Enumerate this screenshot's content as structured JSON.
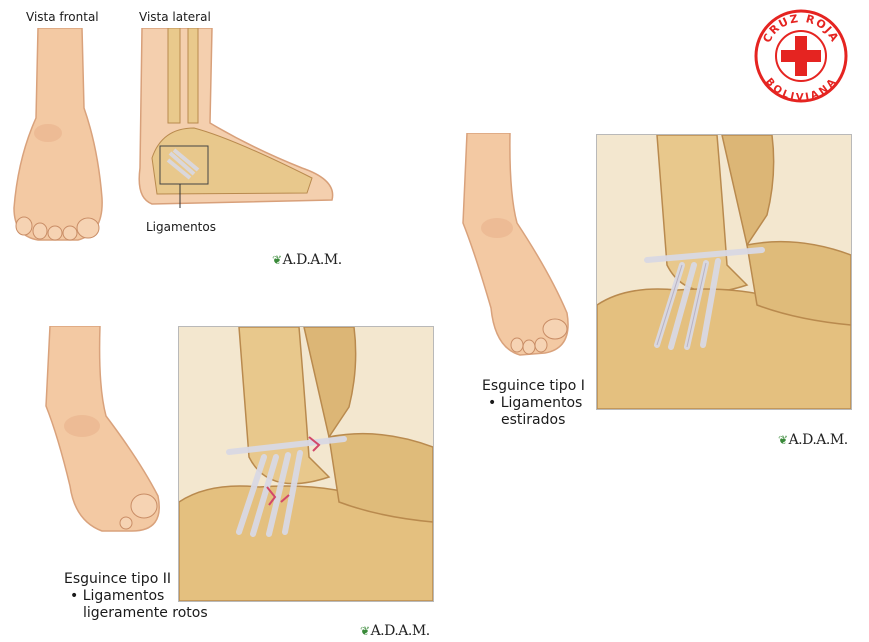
{
  "logo": {
    "text_top": "CRUZ ROJA",
    "text_bottom": "BOLIVIANA",
    "color": "#e52421"
  },
  "top": {
    "label_front": "Vista frontal",
    "label_side": "Vista lateral",
    "label_ligaments": "Ligamentos",
    "adam": "A.D.A.M."
  },
  "type1": {
    "title": "Esguince tipo I",
    "bullet": "• Ligamentos",
    "bullet_cont": "estirados",
    "adam": "A.D.A.M."
  },
  "type2": {
    "title": "Esguince tipo II",
    "bullet": "• Ligamentos",
    "bullet_cont": "ligeramente rotos",
    "adam": "A.D.A.M."
  },
  "colors": {
    "skin": "#f3c9a3",
    "skin_shade": "#dca27a",
    "bone": "#e8c88c",
    "bone_shade": "#b98a4e",
    "ligament": "#d9d9e4",
    "tear": "#d2476a"
  }
}
